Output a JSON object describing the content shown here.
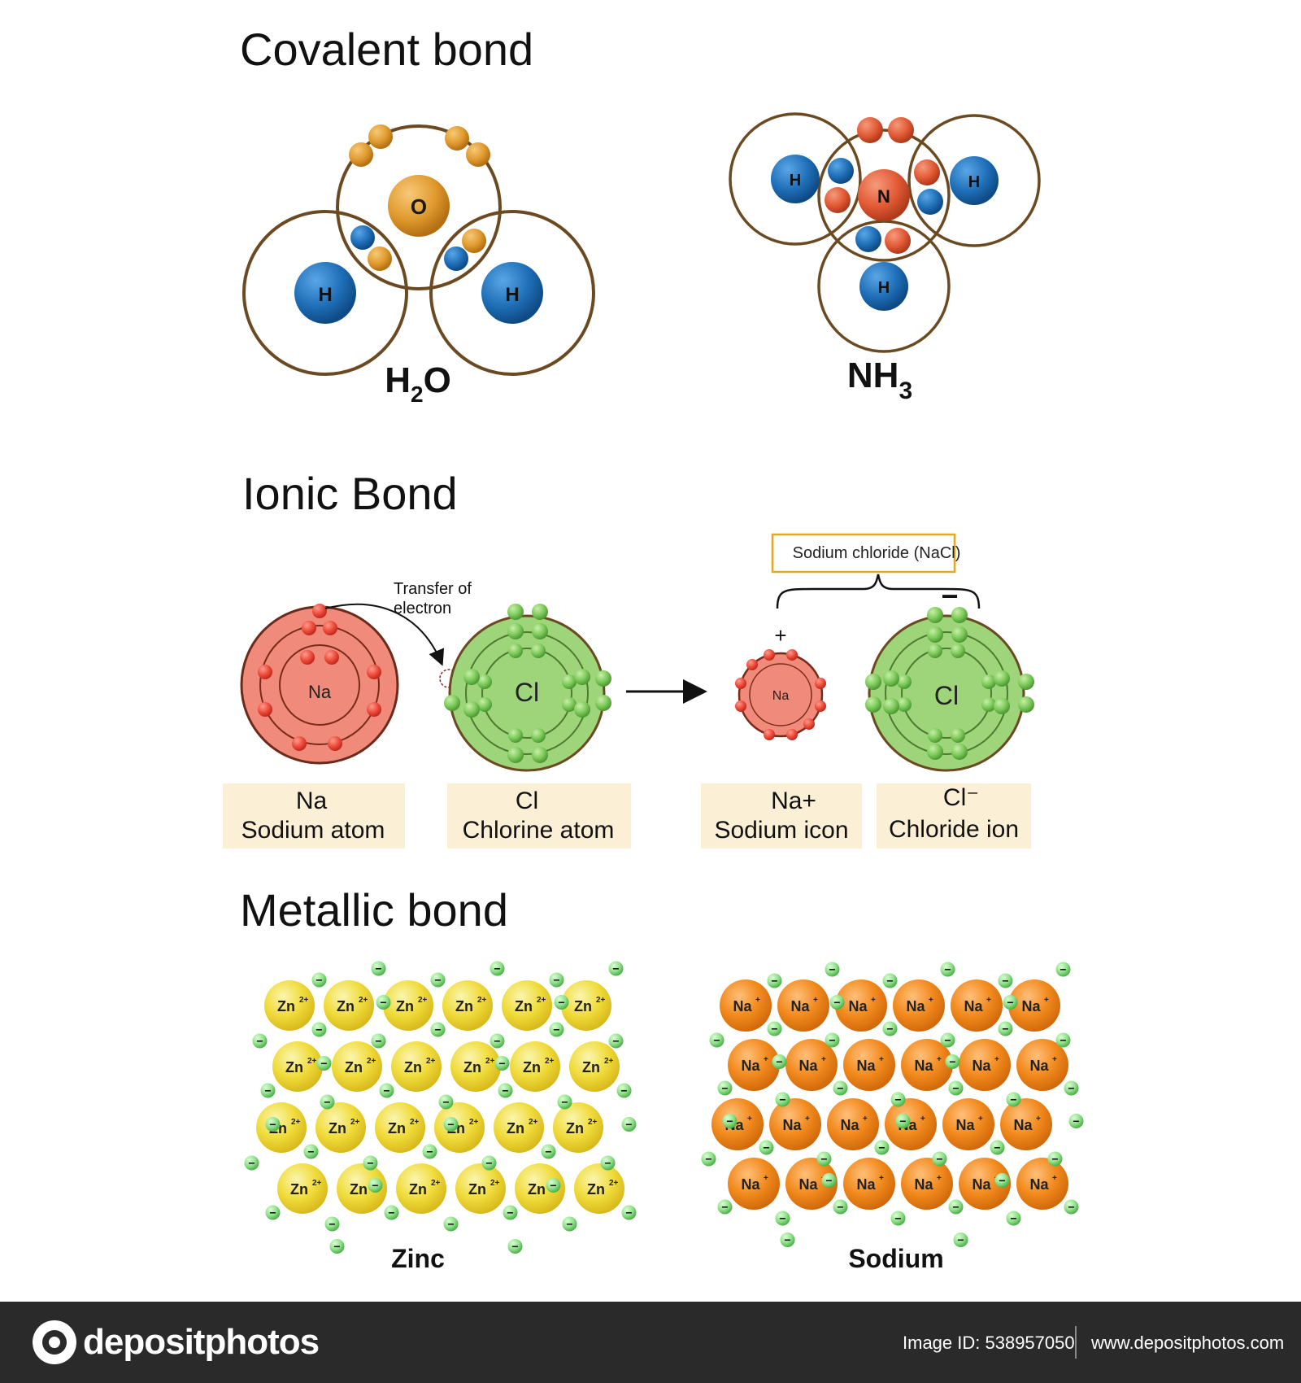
{
  "sections": {
    "covalent_title": "Covalent bond",
    "ionic_title": "Ionic Bond",
    "metallic_title": "Metallic bond"
  },
  "covalent": {
    "water": {
      "label_main": "H",
      "label_sub": "2",
      "label_end": "O",
      "o_symbol": "O",
      "h_symbol": "H"
    },
    "ammonia": {
      "label_main": "NH",
      "label_sub": "3",
      "n_symbol": "N",
      "h_symbol": "H"
    }
  },
  "ionic": {
    "transfer_line1": "Transfer of",
    "transfer_line2": "electron",
    "nacl_box": "Sodium chloride (NaCl)",
    "plus_sign": "+",
    "minus_sign": "−",
    "na_atom_symbol": "Na",
    "cl_atom_symbol": "Cl",
    "na_ion_symbol": "Na",
    "cl_ion_symbol": "Cl",
    "cards": [
      {
        "line1": "Na",
        "line2": "Sodium atom"
      },
      {
        "line1": "Cl",
        "line2": "Chlorine atom"
      },
      {
        "line1": "Na+",
        "line2": "Sodium icon"
      },
      {
        "line1": "Cl⁻",
        "line2": "Chloride ion"
      }
    ]
  },
  "metallic": {
    "zinc": {
      "ion_symbol": "Zn",
      "ion_charge": "2+",
      "caption": "Zinc",
      "rows": 4,
      "cols": 6
    },
    "sodium": {
      "ion_symbol": "Na",
      "ion_charge": "+",
      "caption": "Sodium",
      "rows": 4,
      "cols": 6
    },
    "electron_symbol": "−"
  },
  "footer": {
    "brand": "depositphotos",
    "image_id": "Image ID: 538957050",
    "url": "www.depositphotos.com"
  },
  "colors": {
    "ring": "#6b4a22",
    "hydrogen": "#1f6fb8",
    "oxygen": "#e09a2e",
    "nitrogen": "#e25a35",
    "sodium_atom_fill": "#f08a7a",
    "chlorine_fill": "#9fd57a",
    "zinc_ion": "#f0d93a",
    "sodium_ion": "#f28a1e",
    "free_electron": "#8fe08a",
    "label_bg": "#fbefd6",
    "nacl_box_border": "#e8a81c"
  }
}
